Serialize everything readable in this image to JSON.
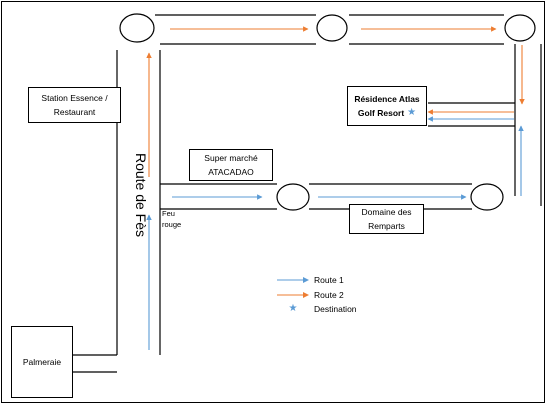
{
  "colors": {
    "route1": "#5b9bd5",
    "route2": "#ed7d31",
    "destination": "#5b9bd5",
    "road": "#000000"
  },
  "places": {
    "station": [
      "Station Essence /",
      "Restaurant"
    ],
    "supermarche": [
      "Super marché",
      "ATACADAO"
    ],
    "residence": [
      "Résidence Atlas",
      "Golf Resort"
    ],
    "domaine": [
      "Domaine des",
      "Remparts"
    ],
    "palmeraie": "Palmeraie"
  },
  "roads": {
    "route_de_fes": "Route de Fès",
    "feu_rouge": [
      "Feu",
      "rouge"
    ]
  },
  "legend": {
    "route1": "Route 1",
    "route2": "Route 2",
    "destination": "Destination"
  },
  "icons": {
    "destination": "star-icon"
  }
}
